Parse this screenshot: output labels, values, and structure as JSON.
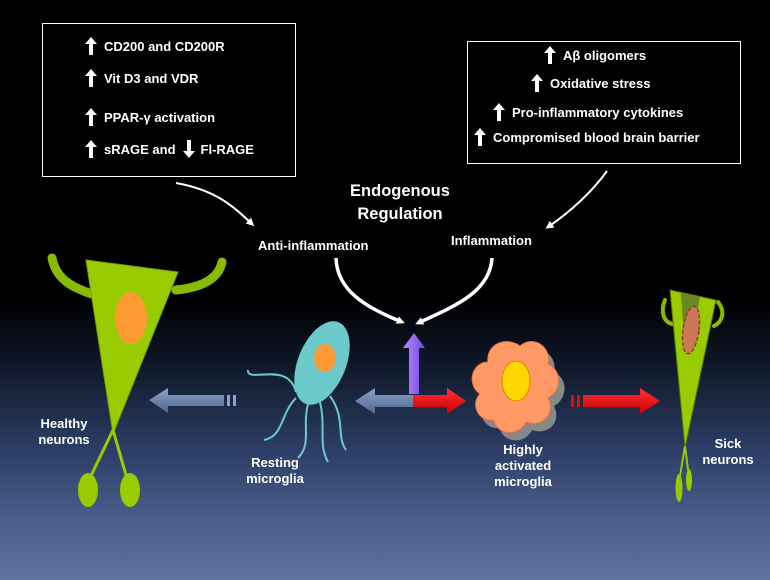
{
  "left_box": {
    "items": [
      {
        "text": "CD200 and CD200R",
        "arrow": "up"
      },
      {
        "text": "Vit D3 and VDR",
        "arrow": "up"
      },
      {
        "text": "PPAR-γ activation",
        "arrow": "up"
      },
      {
        "text_before": "sRAGE and",
        "text_after": "Fl-RAGE",
        "arrow": "up",
        "second_arrow": "down"
      }
    ]
  },
  "right_box": {
    "items": [
      {
        "text": "Aβ oligomers",
        "arrow": "up"
      },
      {
        "text": "Oxidative stress",
        "arrow": "up"
      },
      {
        "text": "Pro-inflammatory cytokines",
        "arrow": "up"
      },
      {
        "text": "Compromised blood brain barrier",
        "arrow": "up"
      }
    ]
  },
  "center": {
    "title_line1": "Endogenous",
    "title_line2": "Regulation",
    "anti": "Anti-inflammation",
    "inflammation": "Inflammation"
  },
  "labels": {
    "healthy_line1": "Healthy",
    "healthy_line2": "neurons",
    "resting_line1": "Resting",
    "resting_line2": "microglia",
    "activated_line1": "Highly",
    "activated_line2": "activated",
    "activated_line3": "microglia",
    "sick_line1": "Sick",
    "sick_line2": "neurons"
  },
  "colors": {
    "neuron_green": "#99cc00",
    "nucleus_orange": "#ff9933",
    "resting_microglia": "#6ccacb",
    "activated_microglia": "#ff9966",
    "activated_nucleus": "#ffd700",
    "blue_arrow": "#6e86ad",
    "red_arrow": "#ff0000",
    "purple_arrow": "#9966ff",
    "sick_nucleus": "#cc7755"
  }
}
